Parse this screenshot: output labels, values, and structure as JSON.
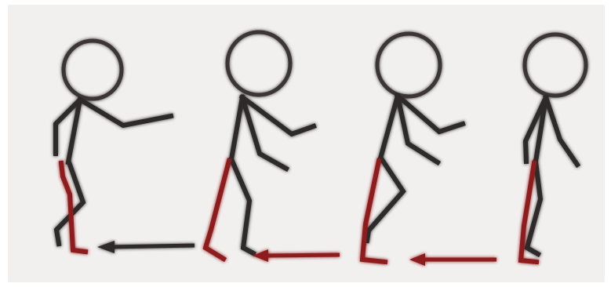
{
  "diagram": {
    "kind": "walk-cycle",
    "figures": [
      {
        "name": "figure-1",
        "pose": "stride-back-leg-red"
      },
      {
        "name": "figure-2",
        "pose": "contact-red-leg-forward"
      },
      {
        "name": "figure-3",
        "pose": "passing-red-leg-planted"
      },
      {
        "name": "figure-4",
        "pose": "upright-red-leg-down"
      }
    ],
    "arrows": [
      {
        "name": "arrow-1",
        "color": "dark"
      },
      {
        "name": "arrow-2",
        "color": "red"
      },
      {
        "name": "arrow-3",
        "color": "red"
      }
    ]
  },
  "colors": {
    "background": "#f1f0ef",
    "limb": "#2e2b2b",
    "highlight_leg": "#8e1c1c",
    "glow_dark": "#3a3636",
    "glow_red": "#c23030"
  }
}
